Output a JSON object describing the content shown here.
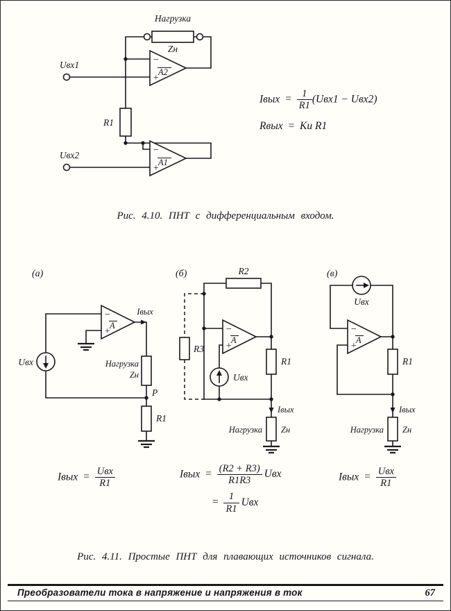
{
  "symbols": {
    "minus": "−",
    "plus": "+"
  },
  "figure_410": {
    "caption": "Рис. 4.10. ПНТ с дифференциальным входом.",
    "load_label": "Нагрузка",
    "zn": "Zн",
    "uin1": "Uвх1",
    "uin2": "Uвх2",
    "r1": "R1",
    "a2": "A2",
    "a1": "A1",
    "formula_iout": {
      "lhs": "Iвых",
      "eq": "=",
      "num": "1",
      "den": "R1",
      "tail": "(Uвх1 − Uвх2)"
    },
    "formula_rout": {
      "lhs": "Rвых",
      "eq": "=",
      "rhs": "Ku R1"
    }
  },
  "figure_411": {
    "caption": "Рис. 4.11. Простые ПНТ для плавающих источников сигнала.",
    "a": {
      "tag": "(а)",
      "uin": "Uвх",
      "amp": "A",
      "iout": "Iвых",
      "load_label": "Нагрузка",
      "zn": "Zн",
      "point_p": "P",
      "r1": "R1",
      "formula": {
        "lhs": "Iвых",
        "eq": "=",
        "num": "Uвх",
        "den": "R1"
      }
    },
    "b": {
      "tag": "(б)",
      "r2": "R2",
      "r3": "R3",
      "uin": "Uвх",
      "amp": "A",
      "r1": "R1",
      "iout": "Iвых",
      "load_label": "Нагрузка",
      "zn": "Zн",
      "formula_line1": {
        "lhs": "Iвых",
        "eq": "=",
        "num": "(R2 + R3)",
        "den": "R1R3",
        "tail": "Uвх"
      },
      "formula_line2": {
        "eq": "=",
        "num": "1",
        "den": "R1",
        "tail": "Uвх"
      }
    },
    "v": {
      "tag": "(в)",
      "uin": "Uвх",
      "amp": "A",
      "r1": "R1",
      "iout": "Iвых",
      "load_label": "Нагрузка",
      "zn": "Zн",
      "formula": {
        "lhs": "Iвых",
        "eq": "=",
        "num": "Uвх",
        "den": "R1"
      }
    }
  },
  "footer": {
    "title": "Преобразователи тока в напряжение и напряжения в ток",
    "page_number": "67"
  }
}
